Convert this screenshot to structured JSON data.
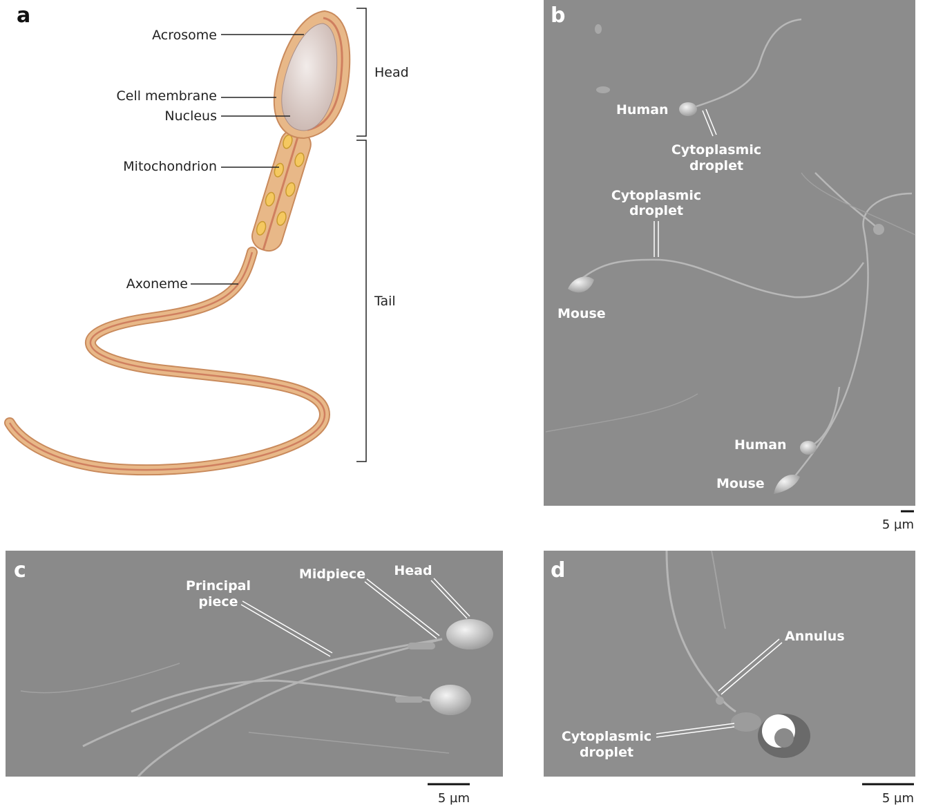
{
  "panels": {
    "a": {
      "letter": "a",
      "labels": {
        "acrosome": "Acrosome",
        "cell_membrane": "Cell membrane",
        "nucleus": "Nucleus",
        "mitochondrion": "Mitochondrion",
        "axoneme": "Axoneme",
        "head": "Head",
        "tail": "Tail"
      }
    },
    "b": {
      "letter": "b",
      "labels": {
        "human_top": "Human",
        "cyto_top_1": "Cytoplasmic",
        "cyto_top_2": "droplet",
        "cyto_mid_1": "Cytoplasmic",
        "cyto_mid_2": "droplet",
        "mouse_left": "Mouse",
        "human_bottom": "Human",
        "mouse_bottom": "Mouse"
      },
      "scale_bar": "5 µm"
    },
    "c": {
      "letter": "c",
      "labels": {
        "principal_1": "Principal",
        "principal_2": "piece",
        "midpiece": "Midpiece",
        "head": "Head"
      },
      "scale_bar": "5 µm"
    },
    "d": {
      "letter": "d",
      "labels": {
        "annulus": "Annulus",
        "cyto_1": "Cytoplasmic",
        "cyto_2": "droplet"
      },
      "scale_bar": "5 µm"
    }
  },
  "colors": {
    "sperm_fill": "#e8b888",
    "sperm_stroke": "#c98a5c",
    "mito_fill": "#f5c860",
    "nucleus_fill": "#e0d4d0",
    "micrograph_bg": "#8a8a8a"
  }
}
